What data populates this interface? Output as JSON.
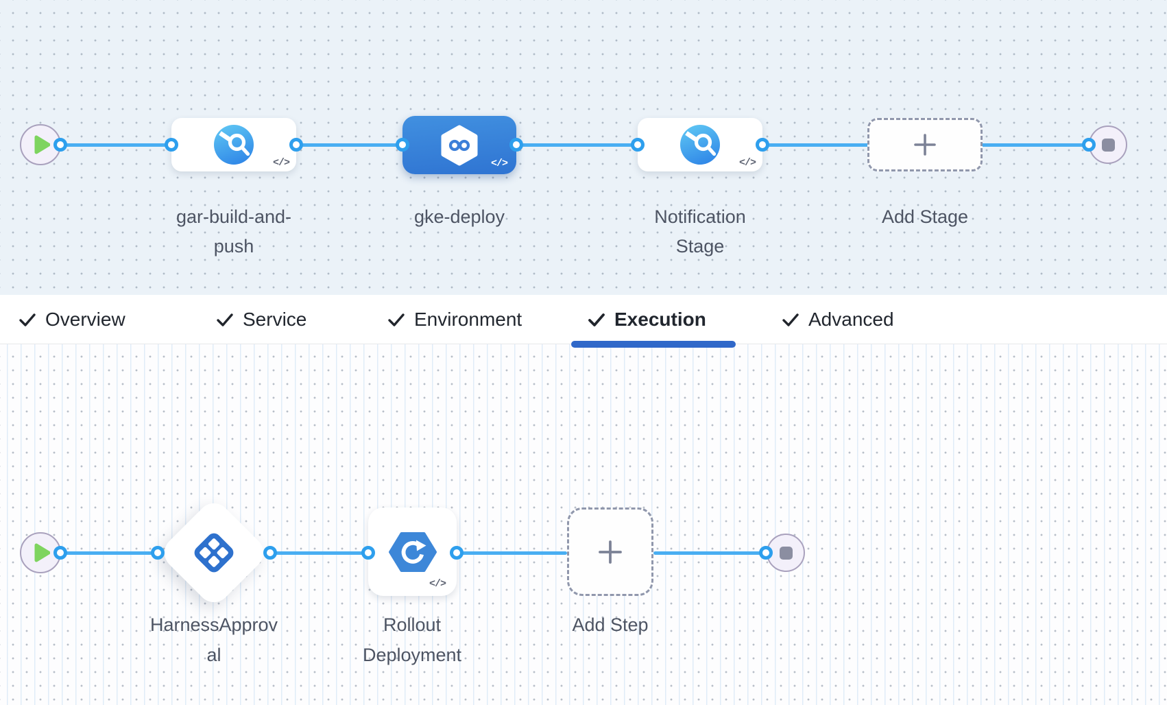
{
  "top": {
    "stages": [
      {
        "label": "gar-build-and-push",
        "label_lines": [
          "gar-build-and-",
          "push"
        ],
        "icon": "ci-stage-icon",
        "code_badge": "</>",
        "selected": false
      },
      {
        "label": "gke-deploy",
        "label_lines": [
          "gke-deploy",
          ""
        ],
        "icon": "cd-stage-icon",
        "code_badge": "</>",
        "selected": true
      },
      {
        "label": "Notification Stage",
        "label_lines": [
          "Notification",
          "Stage"
        ],
        "icon": "ci-stage-icon",
        "code_badge": "</>",
        "selected": false
      }
    ],
    "add_stage": {
      "label": "Add Stage",
      "icon": "plus-icon"
    },
    "start_node": {
      "icon": "play-icon"
    },
    "end_node": {
      "icon": "stop-icon"
    }
  },
  "tabs": {
    "items": [
      {
        "label": "Overview",
        "checked": true,
        "active": false
      },
      {
        "label": "Service",
        "checked": true,
        "active": false
      },
      {
        "label": "Environment",
        "checked": true,
        "active": false
      },
      {
        "label": "Execution",
        "checked": true,
        "active": true
      },
      {
        "label": "Advanced",
        "checked": true,
        "active": false
      }
    ]
  },
  "bottom": {
    "steps": [
      {
        "label": "HarnessApproval",
        "label_lines": [
          "HarnessApprov",
          "al"
        ],
        "icon": "approval-step-icon",
        "shape": "diamond"
      },
      {
        "label": "Rollout Deployment",
        "label_lines": [
          "Rollout",
          "Deployment"
        ],
        "icon": "rollout-deployment-icon",
        "code_badge": "</>",
        "shape": "square"
      }
    ],
    "add_step": {
      "label": "Add Step",
      "icon": "plus-icon"
    },
    "start_node": {
      "icon": "play-icon"
    },
    "end_node": {
      "icon": "stop-icon"
    }
  },
  "colors": {
    "connector_blue": "#49aef2",
    "port_ring_blue": "#2e9fed",
    "selected_stage_blue": "#3a84db",
    "active_tab_underline": "#3068c9",
    "canvas_top_bg": "#ebf2f8",
    "canvas_bottom_bg": "#fdfdfe",
    "approval_icon_blue": "#2e71cd",
    "rollout_icon_blue": "#3d87d8",
    "play_green": "#7ed45f",
    "terminal_gray": "#8b8ea1"
  }
}
